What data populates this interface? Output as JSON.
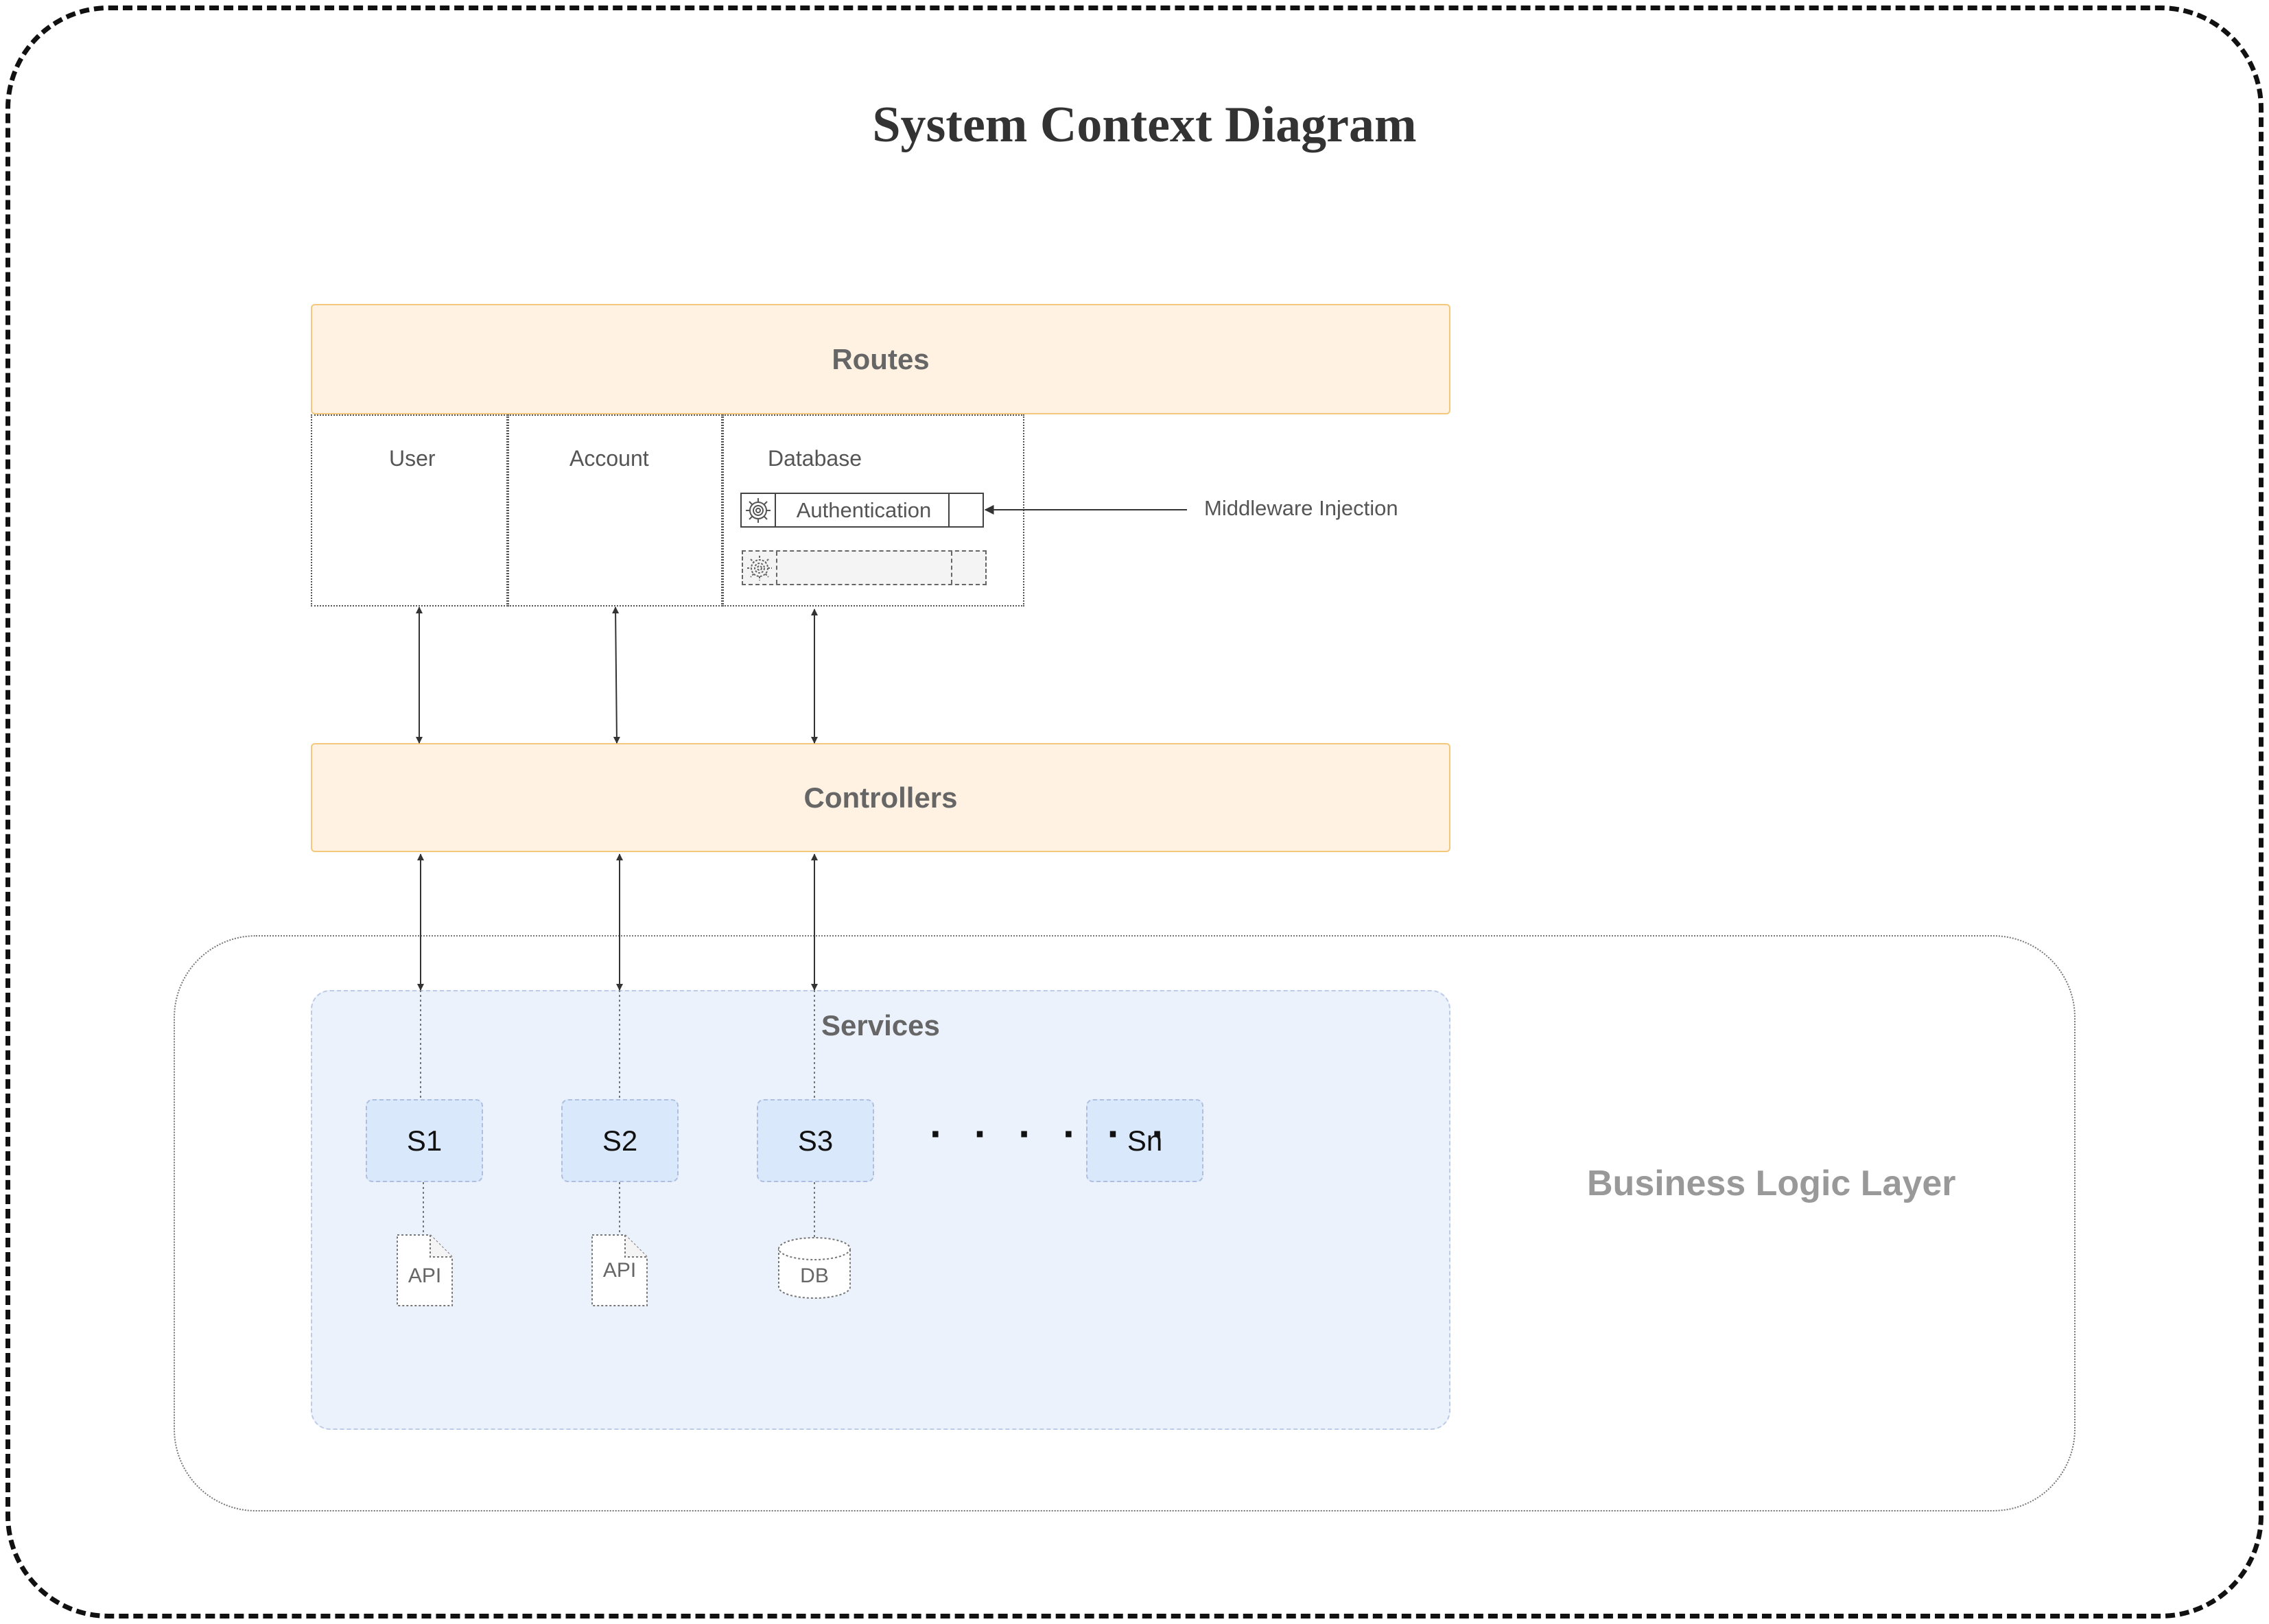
{
  "title": "System Context Diagram",
  "routes": {
    "label": "Routes",
    "columns": [
      "User",
      "Account",
      "Database"
    ],
    "middleware": {
      "label": "Authentication",
      "annotation": "Middleware Injection"
    }
  },
  "controllers": {
    "label": "Controllers"
  },
  "business_logic": {
    "label": "Business Logic Layer",
    "services": {
      "label": "Services",
      "items": [
        "S1",
        "S2",
        "S3",
        "Sn"
      ],
      "ellipsis": "· · · · · ·",
      "resources": [
        "API",
        "API",
        "DB"
      ]
    }
  },
  "icons": [
    "gear-icon",
    "document-icon",
    "database-icon"
  ],
  "colors": {
    "layer_fill": "#fff2e2",
    "layer_border": "#f3c87a",
    "services_fill": "#ecf2fb",
    "service_fill": "#dae8fb"
  }
}
